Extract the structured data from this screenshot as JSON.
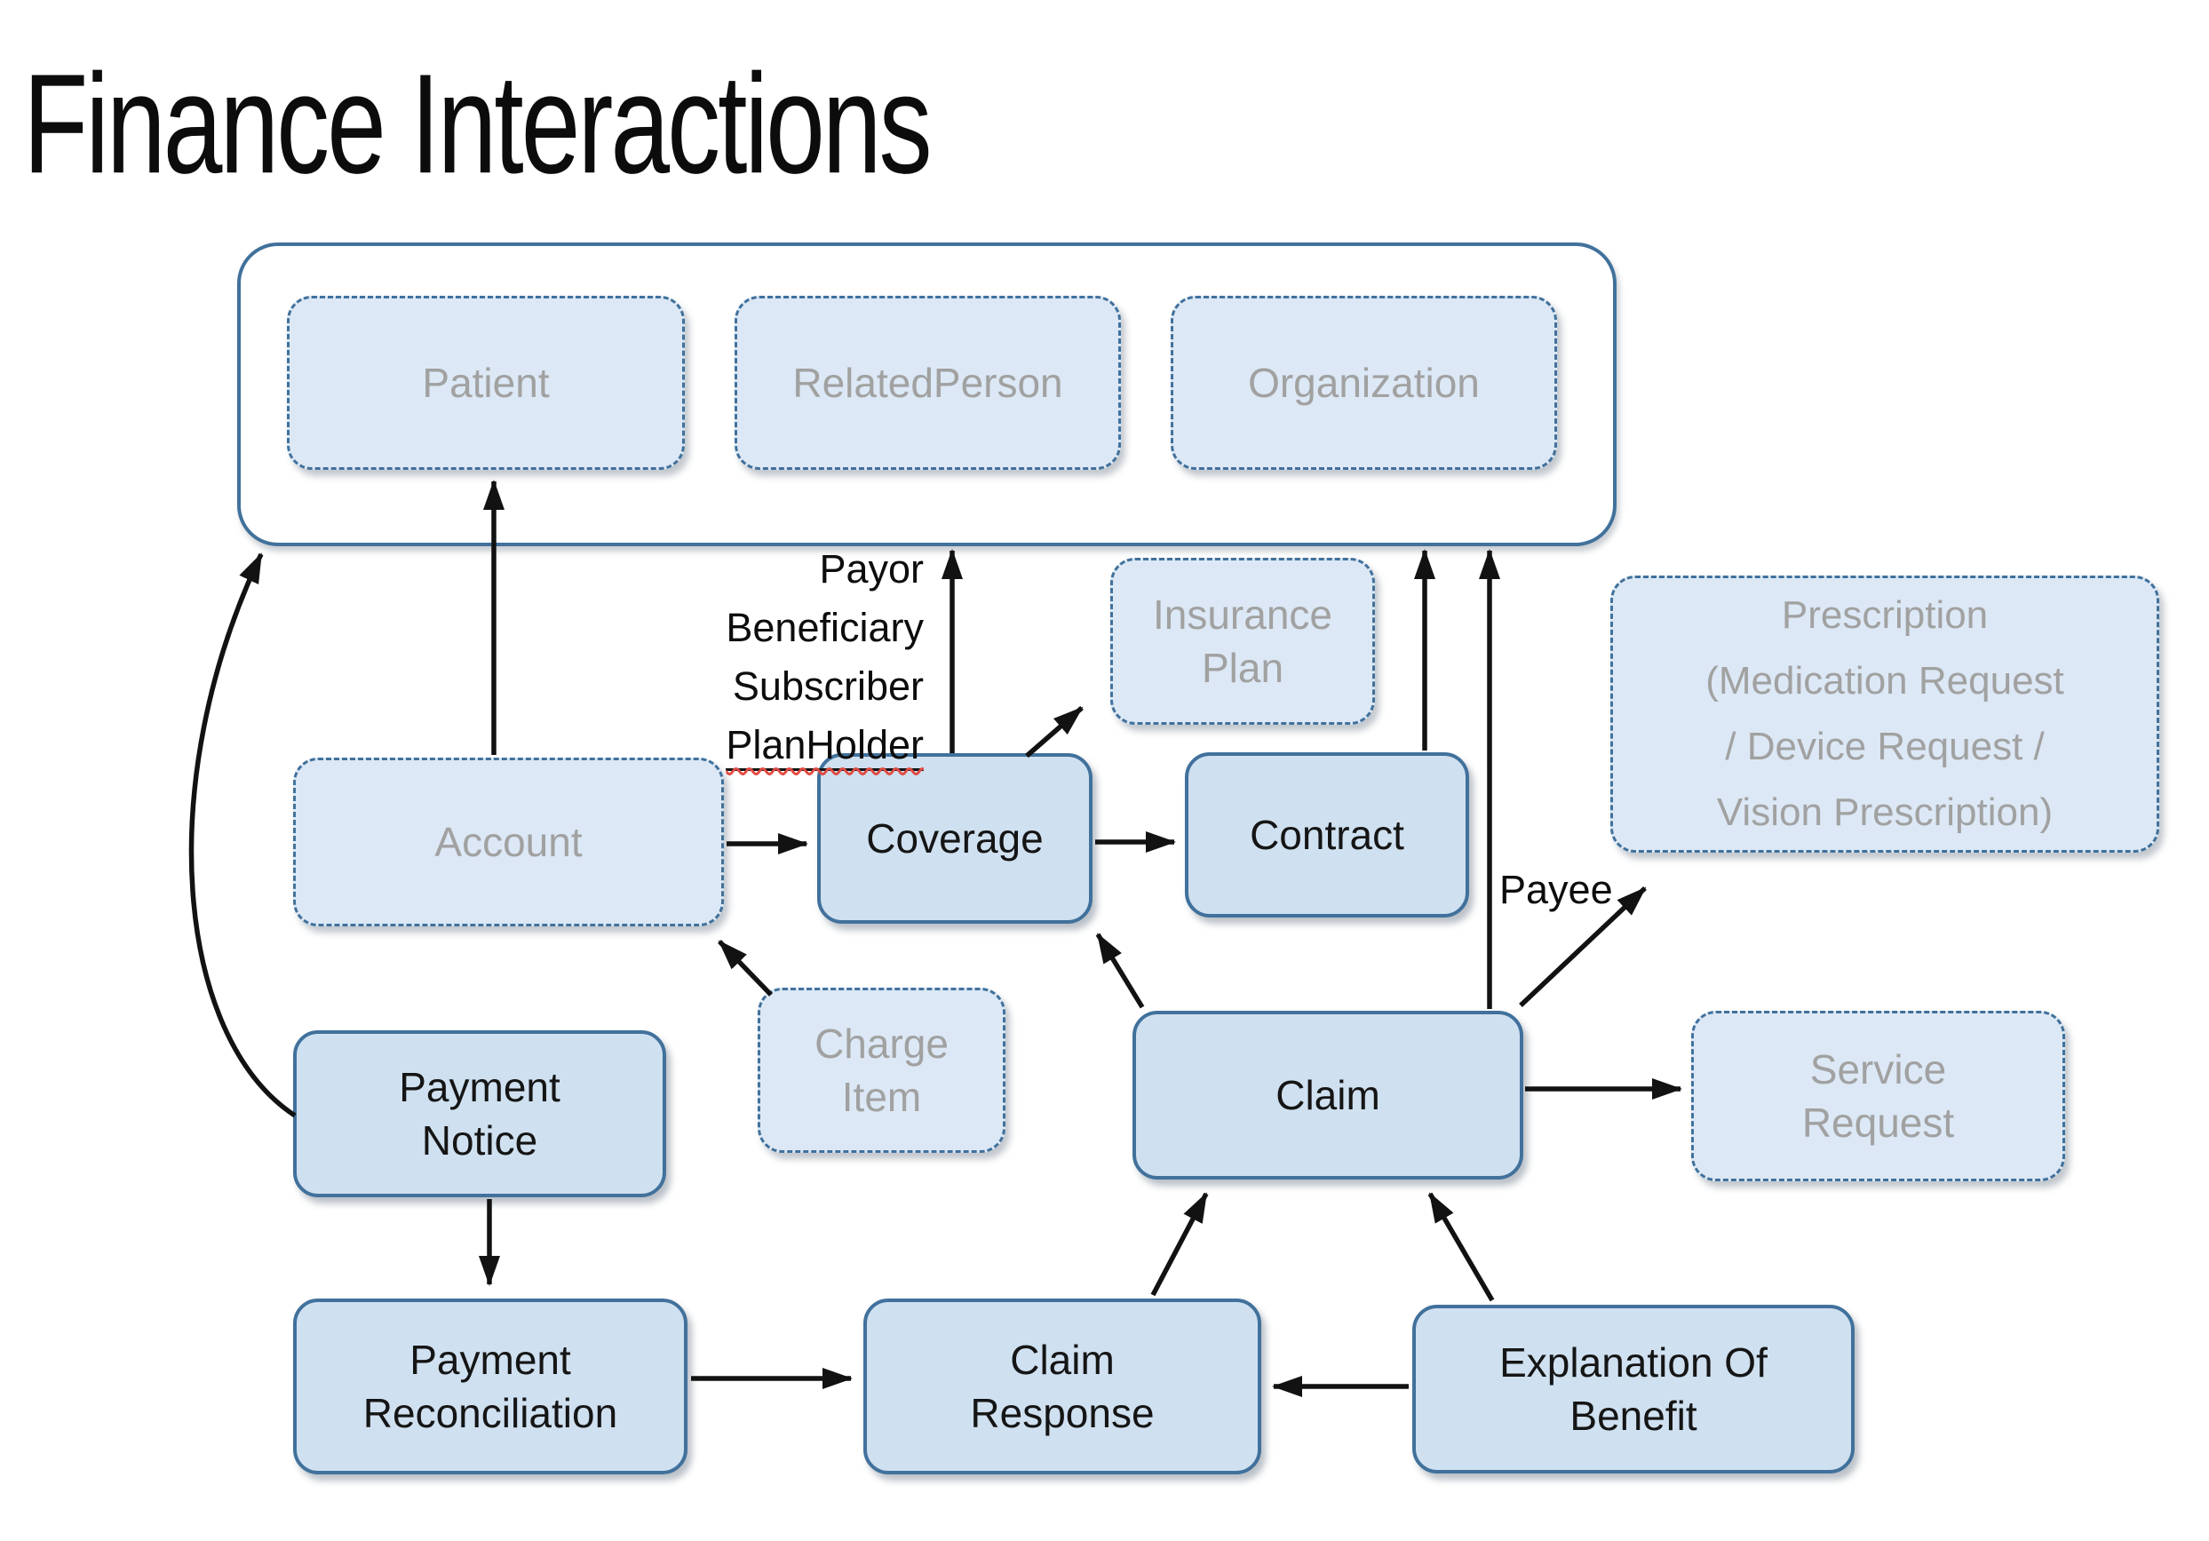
{
  "title": "Finance Interactions",
  "colors": {
    "accent_border": "#41719C",
    "solid_node_fill": "#CFE0F0",
    "dashed_node_fill": "#DCE8F5",
    "muted_text": "#A1A1A1",
    "label_text": "#0D0D0D",
    "arrow": "#121212",
    "spellcheck_squiggle": "#E14B42"
  },
  "nodes": {
    "patient": {
      "kind": "dashed",
      "label": "Patient"
    },
    "related_person": {
      "kind": "dashed",
      "label": "RelatedPerson"
    },
    "organization": {
      "kind": "dashed",
      "label": "Organization"
    },
    "insurance_plan": {
      "kind": "dashed",
      "lines": [
        "Insurance",
        "Plan"
      ]
    },
    "prescription": {
      "kind": "dashed",
      "lines": [
        "Prescription",
        "(Medication Request",
        "/ Device Request /",
        "Vision Prescription)"
      ]
    },
    "account": {
      "kind": "dashed",
      "label": "Account"
    },
    "coverage": {
      "kind": "solid",
      "label": "Coverage"
    },
    "contract": {
      "kind": "solid",
      "label": "Contract"
    },
    "charge_item": {
      "kind": "dashed",
      "lines": [
        "Charge",
        "Item"
      ]
    },
    "claim": {
      "kind": "solid",
      "label": "Claim"
    },
    "service_request": {
      "kind": "dashed",
      "lines": [
        "Service",
        "Request"
      ]
    },
    "payment_notice": {
      "kind": "solid",
      "lines": [
        "Payment",
        "Notice"
      ]
    },
    "payment_reconciliation": {
      "kind": "solid",
      "lines": [
        "Payment",
        "Reconciliation"
      ]
    },
    "claim_response": {
      "kind": "solid",
      "lines": [
        "Claim",
        "Response"
      ]
    },
    "explanation_of_benefit": {
      "kind": "solid",
      "lines": [
        "Explanation Of",
        "Benefit"
      ]
    }
  },
  "edge_labels": {
    "coverage_refs": [
      "Payor",
      "Beneficiary",
      "Subscriber",
      "PlanHolder"
    ],
    "payee": "Payee"
  }
}
